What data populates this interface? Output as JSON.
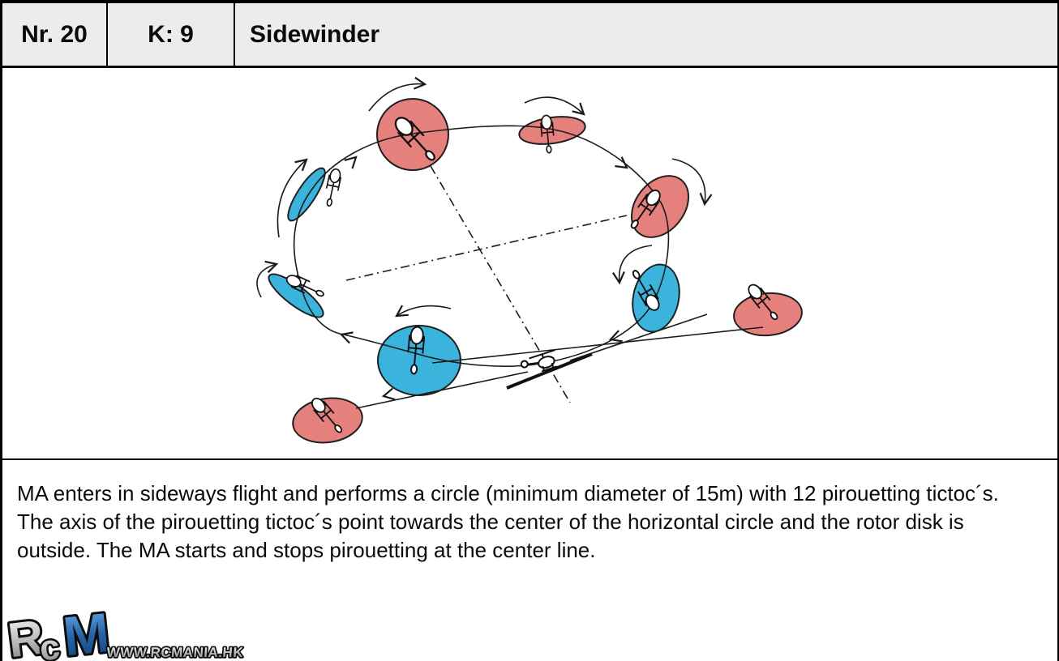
{
  "header": {
    "nr": "Nr. 20",
    "k": "K: 9",
    "title": "Sidewinder"
  },
  "description": "MA enters in sideways flight and performs a circle (minimum diameter of 15m) with 12 pirouetting tictoc´s. The axis of the pirouetting tictoc´s point towards the center of the horizontal circle and the rotor disk is outside. The MA starts and stops pirouetting at the center line.",
  "diagram": {
    "rotor_disk_red_hex": "#e5807c",
    "rotor_disk_blue_hex": "#3bb4dd",
    "red_disk_count": 5,
    "blue_disk_count": 4,
    "helicopter_count": 10
  },
  "logo": {
    "letter_r": "R",
    "letter_c": "c",
    "letter_m": "M",
    "website": "WWW.RCMANIA.HK"
  }
}
